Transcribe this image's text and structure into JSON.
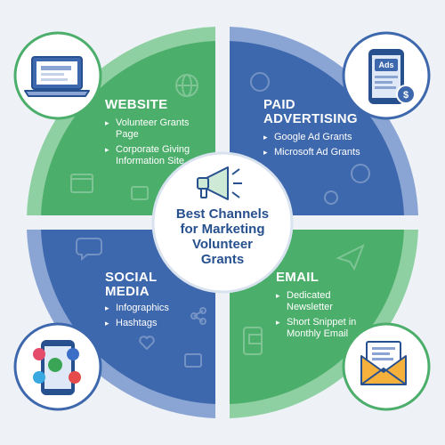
{
  "center": {
    "title_lines": [
      "Best Channels",
      "for Marketing",
      "Volunteer",
      "Grants"
    ]
  },
  "quadrants": {
    "website": {
      "title_lines": [
        "WEBSITE"
      ],
      "items": [
        "Volunteer Grants Page",
        "Corporate Giving Information Site"
      ]
    },
    "paid_advertising": {
      "title_lines": [
        "PAID",
        "ADVERTISING"
      ],
      "items": [
        "Google Ad Grants",
        "Microsoft Ad Grants"
      ]
    },
    "social_media": {
      "title_lines": [
        "SOCIAL",
        "MEDIA"
      ],
      "items": [
        "Infographics",
        "Hashtags"
      ]
    },
    "email": {
      "title_lines": [
        "EMAIL"
      ],
      "items": [
        "Dedicated Newsletter",
        "Short Snippet in Monthly Email"
      ]
    }
  },
  "badges": {
    "ads_label": "Ads"
  },
  "colors": {
    "green": "#4cae6b",
    "green_light": "#8fd0a2",
    "blue": "#3e68ad",
    "blue_light": "#8aa5d4",
    "navy_outline": "#27508f",
    "background": "#eef2f7"
  }
}
